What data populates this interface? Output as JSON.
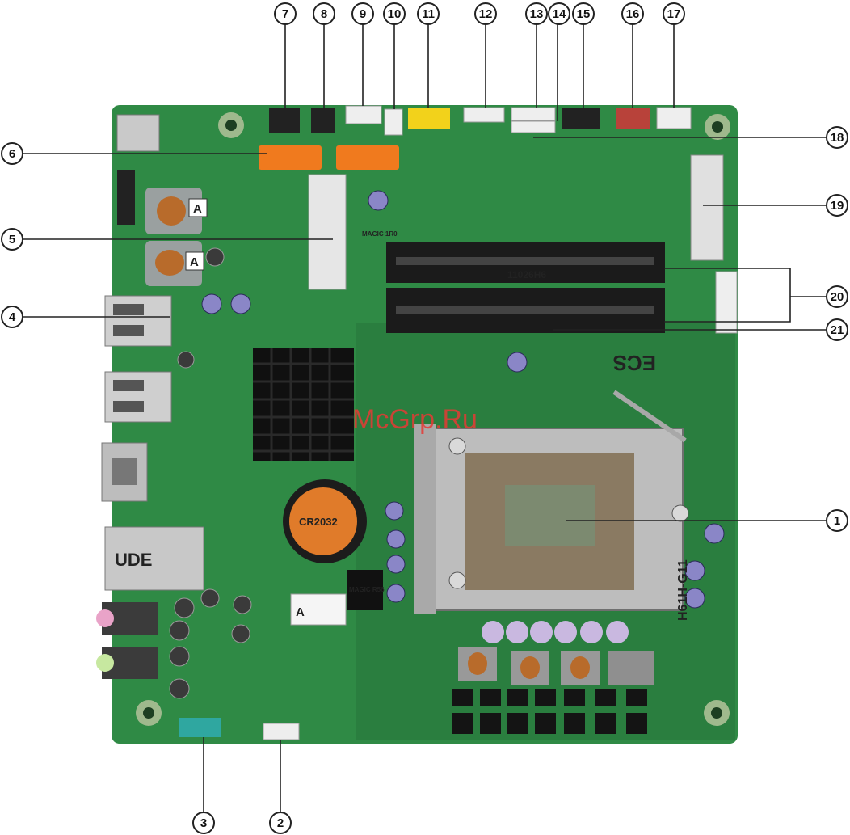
{
  "callouts": [
    {
      "id": "c1",
      "number": "1"
    },
    {
      "id": "c2",
      "number": "2"
    },
    {
      "id": "c3",
      "number": "3"
    },
    {
      "id": "c4",
      "number": "4"
    },
    {
      "id": "c5",
      "number": "5"
    },
    {
      "id": "c6",
      "number": "6"
    },
    {
      "id": "c7",
      "number": "7"
    },
    {
      "id": "c8",
      "number": "8"
    },
    {
      "id": "c9",
      "number": "9"
    },
    {
      "id": "c10",
      "number": "10"
    },
    {
      "id": "c11",
      "number": "11"
    },
    {
      "id": "c12",
      "number": "12"
    },
    {
      "id": "c13",
      "number": "13"
    },
    {
      "id": "c14",
      "number": "14"
    },
    {
      "id": "c15",
      "number": "15"
    },
    {
      "id": "c16",
      "number": "16"
    },
    {
      "id": "c17",
      "number": "17"
    },
    {
      "id": "c18",
      "number": "18"
    },
    {
      "id": "c19",
      "number": "19"
    },
    {
      "id": "c20",
      "number": "20"
    },
    {
      "id": "c21",
      "number": "21"
    }
  ],
  "board": {
    "inductor_label_1": "A",
    "inductor_label_2": "A",
    "sticker_label": "A",
    "lan_brand": "UDE",
    "vendor_logo": "ECS",
    "battery_text": "CR2032",
    "model_print": "H61H-G11",
    "dimm_print": "11026H6",
    "choke_print": "MAGIC R56",
    "choke_print_2": "MAGIC 1R0"
  },
  "watermark": "McGrp.Ru",
  "colors": {
    "pcb": "#2f8a45",
    "pcb_dark": "#1f6a32",
    "sata": "#f07a1e",
    "usb_header": "#f2d21b",
    "fan_header": "#b8423a",
    "audio_pink": "#e9a3c8",
    "audio_green": "#c7e8a0",
    "watermark": "#e53935"
  }
}
